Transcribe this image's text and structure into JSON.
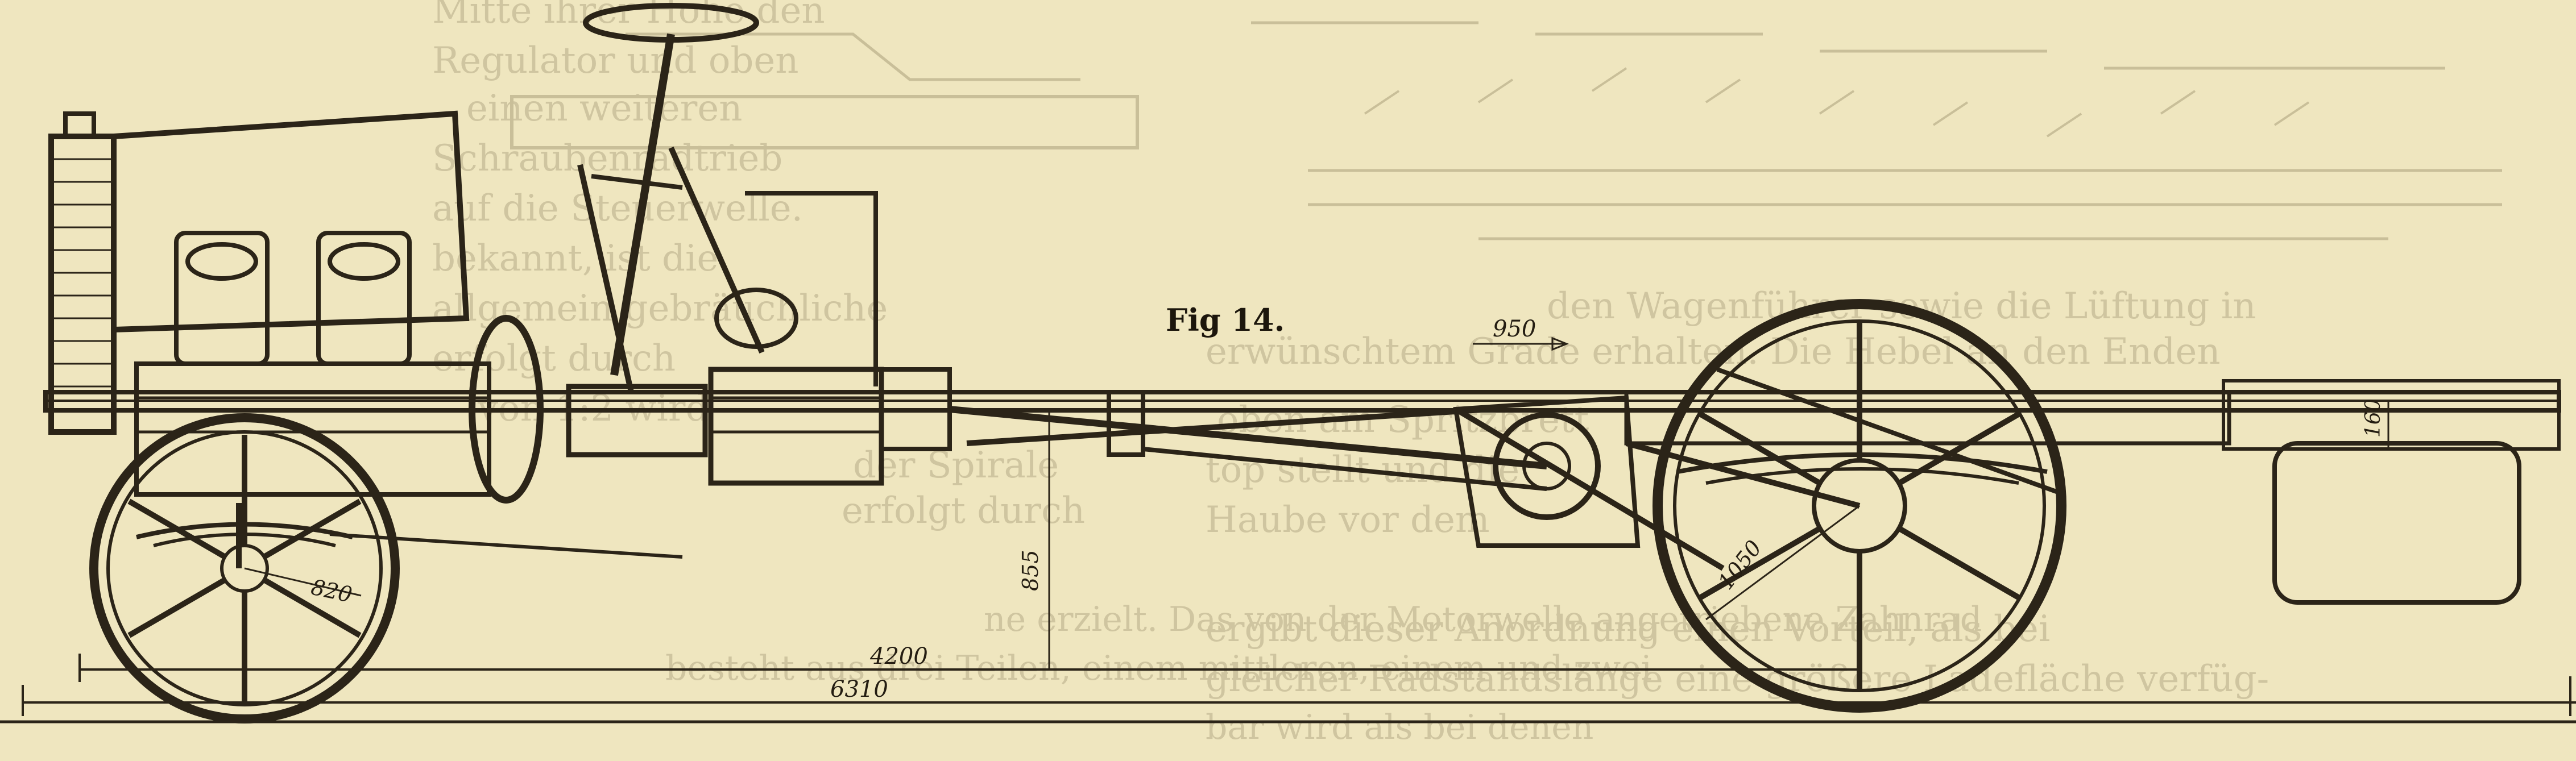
{
  "figure": {
    "label": "Fig 14."
  },
  "dimensions": {
    "wheelbase": "4200",
    "overall_length": "6310",
    "frame_height": "855",
    "front_wheel_radius": "820",
    "rear_wheel_radius": "1050",
    "rear_overhang_offset": "950",
    "frame_depth": "160"
  },
  "show_through_text": {
    "left_column": [
      "Mitte ihrer Höhe den",
      "Regulator und oben",
      "einen weiteren",
      "Schraubenradtrieb",
      "auf die Steuerwelle.",
      "bekannt, ist die",
      "allgemein gebräuchliche",
      "erfolgt durch",
      "von 1:2 wird",
      "der Spirale",
      "erfolgt durch"
    ],
    "bottom_line_left": "ne erzielt. Das von der Motorwelle angetriebene Zahnrad",
    "bottom_line_left_2": "besteht aus drei Teilen, einem mittleren, einem und zwei",
    "right_column": [
      "den Wagenführer sowie die Lüftung in",
      "erwünschtem Grade erhalten. Die Hebel an den Enden",
      "oben am Spritzbrett",
      "top stellt und die",
      "Haube vor dem",
      "ergibt dieser Anordnung einen Vorteil, als bei",
      "gleicher Radstandslänge eine größere Ladefläche verfüg-",
      "bar wird als bei denen"
    ]
  }
}
